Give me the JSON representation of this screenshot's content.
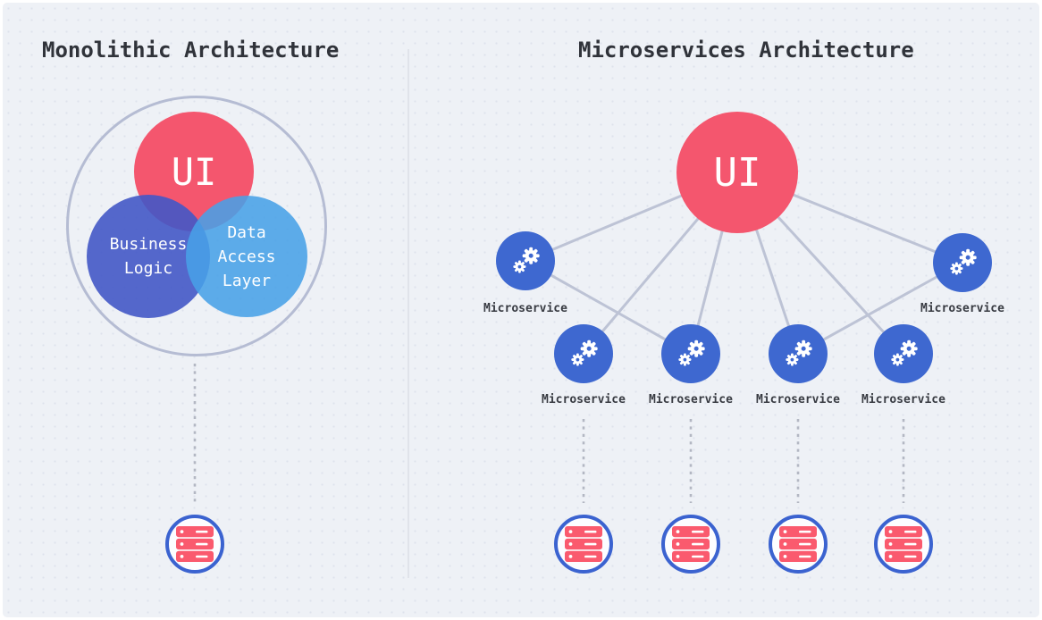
{
  "left_panel": {
    "title": "Monolithic Architecture",
    "venn": {
      "ui_label": "UI",
      "business_logic": {
        "lines": [
          "Business",
          "Logic"
        ]
      },
      "data_access": {
        "lines": [
          "Data",
          "Access",
          "Layer"
        ]
      }
    },
    "database_icon": "server-stack-icon"
  },
  "right_panel": {
    "title": "Microservices Architecture",
    "ui_label": "UI",
    "microservices": [
      {
        "label": "Microservice"
      },
      {
        "label": "Microservice"
      },
      {
        "label": "Microservice"
      },
      {
        "label": "Microservice"
      },
      {
        "label": "Microservice"
      },
      {
        "label": "Microservice"
      }
    ],
    "databases": [
      "server-stack-icon",
      "server-stack-icon",
      "server-stack-icon",
      "server-stack-icon"
    ]
  },
  "colors": {
    "background": "#eef1f6",
    "ui_red": "#f4566e",
    "business_logic_blue": "#4c63c8",
    "data_access_blue": "#57a9e8",
    "microservice_blue": "#3e68d0",
    "database_ring_blue": "#3b63d0",
    "server_red": "#fa5a6e",
    "connector_gray": "#bdc3d5",
    "title_text": "#30333a"
  }
}
